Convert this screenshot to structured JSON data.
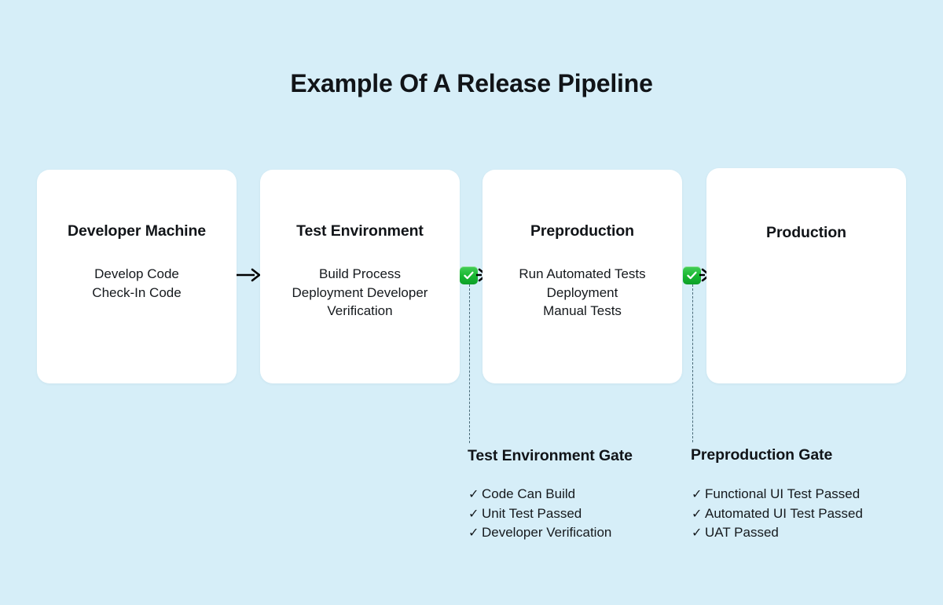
{
  "page": {
    "title": "Example Of A Release Pipeline",
    "background_color": "#d6eef8",
    "card_color": "#ffffff",
    "accent_color": "#19b832",
    "text_color": "#111418"
  },
  "stages": [
    {
      "name": "Developer Machine",
      "lines": [
        "Develop Code",
        "Check-In Code"
      ]
    },
    {
      "name": "Test Environment",
      "lines": [
        "Build Process",
        "Deployment Developer",
        "Verification"
      ]
    },
    {
      "name": "Preproduction",
      "lines": [
        "Run Automated Tests",
        "Deployment",
        "Manual Tests"
      ]
    },
    {
      "name": "Production",
      "lines": []
    }
  ],
  "connectors": [
    {
      "type": "arrow",
      "label": "arrow-developer-to-test"
    },
    {
      "type": "gate-arrow",
      "label": "arrow-test-to-preproduction"
    },
    {
      "type": "gate-arrow",
      "label": "arrow-preproduction-to-production"
    }
  ],
  "gates": [
    {
      "title": "Test Environment Gate",
      "check_symbol": "✓",
      "items": [
        "Code Can Build",
        "Unit Test Passed",
        "Developer Verification"
      ]
    },
    {
      "title": "Preproduction Gate",
      "check_symbol": "✓",
      "items": [
        "Functional UI Test Passed",
        "Automated UI Test Passed",
        "UAT Passed"
      ]
    }
  ]
}
